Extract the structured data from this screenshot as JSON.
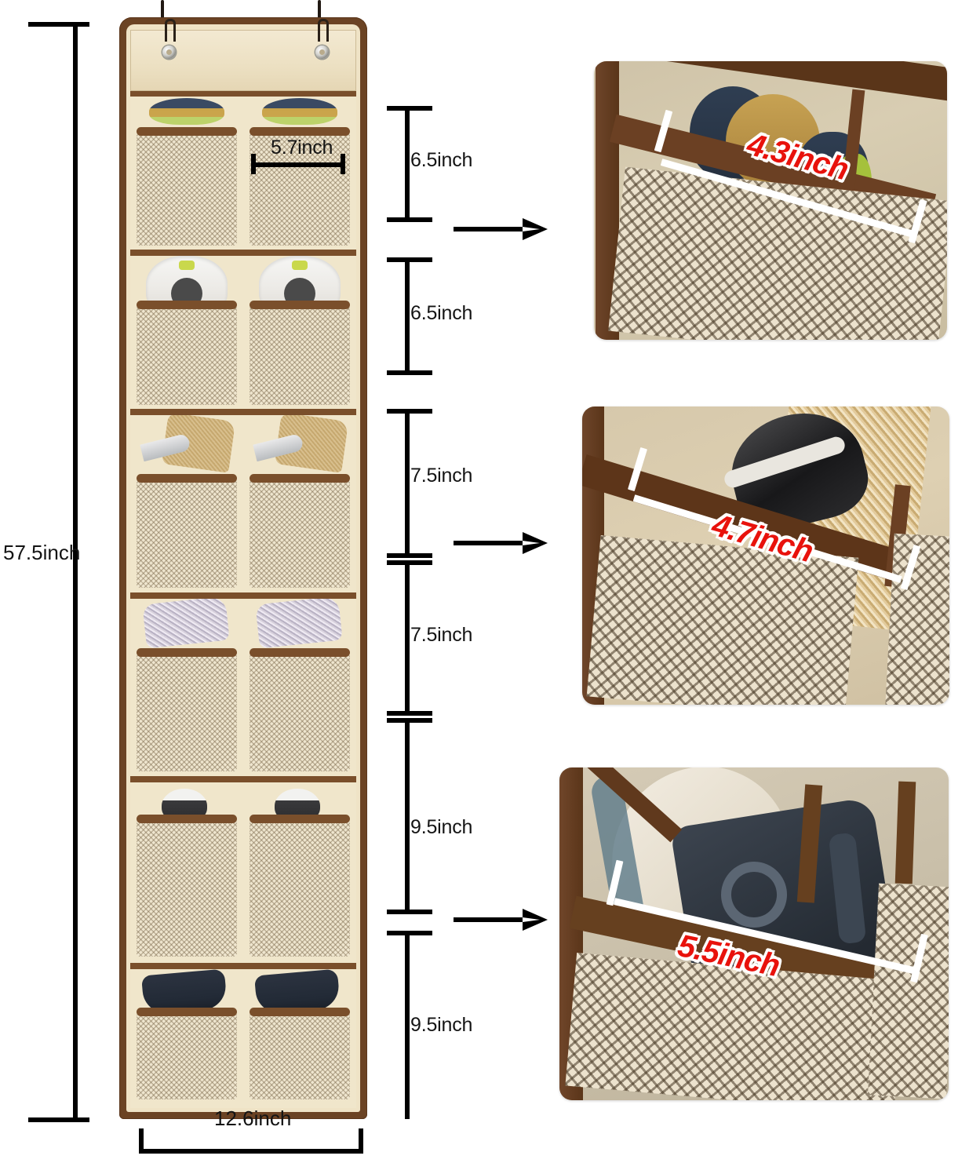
{
  "product": {
    "name": "over-the-door hanging shoe organizer",
    "colors": {
      "trim": "#6b4324",
      "fabric": "#efe3c6",
      "mesh": "#ece2cd",
      "callout_red": "#e8120c",
      "dimension_black": "#141414"
    }
  },
  "dimensions": {
    "overall_height": "57.5inch",
    "overall_width": "12.6inch",
    "pocket_width": "5.7inch",
    "rows": [
      {
        "index": 1,
        "height": "6.5inch"
      },
      {
        "index": 2,
        "height": "6.5inch"
      },
      {
        "index": 3,
        "height": "7.5inch"
      },
      {
        "index": 4,
        "height": "7.5inch"
      },
      {
        "index": 5,
        "height": "9.5inch"
      },
      {
        "index": 6,
        "height": "9.5inch"
      }
    ]
  },
  "detail_panels": [
    {
      "id": "panel-top",
      "callout": "4.3inch",
      "describes": "pocket opening depth for rows 1-2"
    },
    {
      "id": "panel-middle",
      "callout": "4.7inch",
      "describes": "pocket opening depth for rows 3-4"
    },
    {
      "id": "panel-bottom",
      "callout": "5.5inch",
      "describes": "pocket opening depth for rows 5-6"
    }
  ],
  "arrows": [
    {
      "id": "arrow-top"
    },
    {
      "id": "arrow-middle"
    },
    {
      "id": "arrow-bottom"
    }
  ],
  "icons": {
    "hook": "hook-icon",
    "grommet": "grommet-icon",
    "arrow_right": "arrow-right-icon"
  }
}
